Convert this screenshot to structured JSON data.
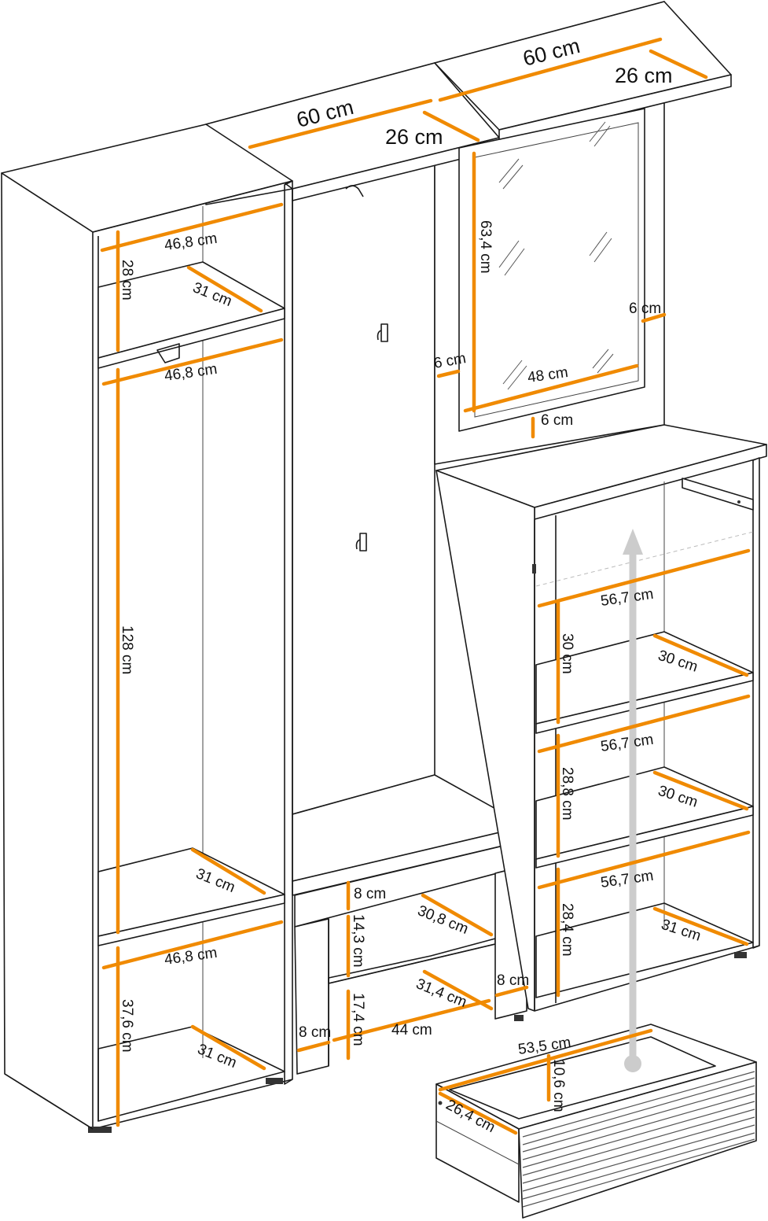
{
  "colors": {
    "dimension": "#f08a00",
    "outline": "#1a1a1a",
    "arrow": "#cccccc"
  },
  "dimensions": {
    "top_left_width": "60 cm",
    "top_left_depth": "26 cm",
    "top_right_width": "60 cm",
    "top_right_depth": "26 cm",
    "mirror_height": "63,4 cm",
    "mirror_frame_right": "6 cm",
    "mirror_frame_left": "6 cm",
    "mirror_inner_width": "48 cm",
    "mirror_frame_bottom": "6 cm",
    "tall_top_width": "46,8 cm",
    "tall_top_height": "28 cm",
    "tall_top_depth": "31 cm",
    "tall_mid_width": "46,8 cm",
    "tall_mid_height": "128 cm",
    "tall_mid_depth": "31 cm",
    "tall_bot_width": "46,8 cm",
    "tall_bot_height": "37,6 cm",
    "tall_bot_depth": "31 cm",
    "right_s1_width": "56,7 cm",
    "right_s1_height": "30 cm",
    "right_s1_depth": "30 cm",
    "right_s2_width": "56,7 cm",
    "right_s2_height": "28,8 cm",
    "right_s2_depth": "30 cm",
    "right_s3_width": "56,7 cm",
    "right_s3_height": "28,4 cm",
    "right_s3_depth": "31 cm",
    "bench_top": "8 cm",
    "bench_h1": "14,3 cm",
    "bench_d1": "30,8 cm",
    "bench_h2": "17,4 cm",
    "bench_d2": "31,4 cm",
    "bench_inner_width": "44 cm",
    "bench_leg_left": "8 cm",
    "bench_leg_right": "8 cm",
    "drawer_width": "53,5 cm",
    "drawer_height": "10,6 cm",
    "drawer_depth": "26,4 cm"
  }
}
